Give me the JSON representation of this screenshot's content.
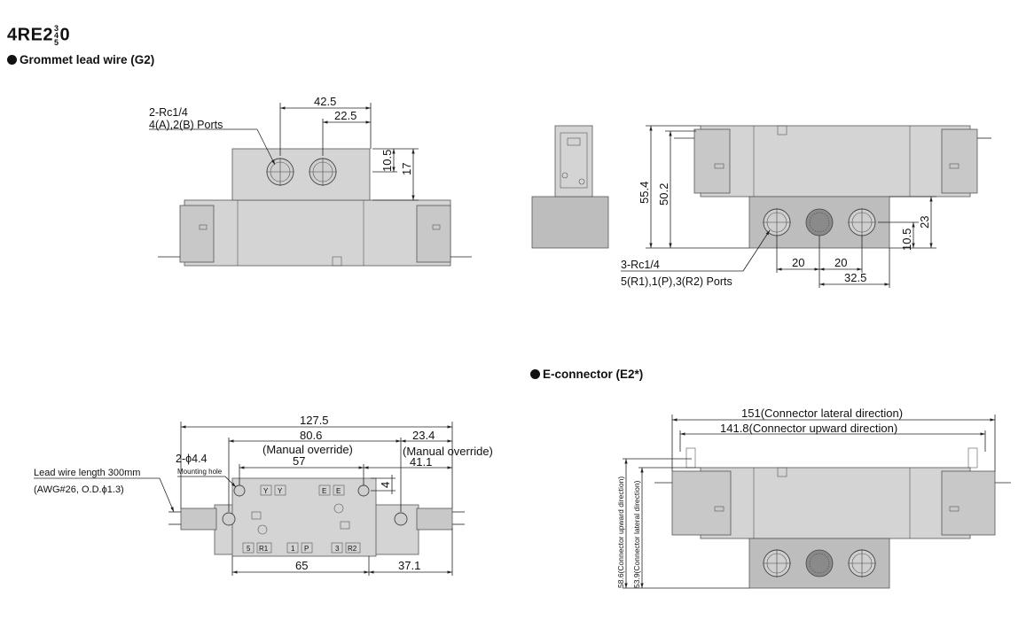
{
  "title": {
    "main": "4RE2",
    "sup1": "3",
    "sup2": "4",
    "sup3": "5",
    "suffix": "0"
  },
  "sections": {
    "grommet": "Grommet lead wire (G2)",
    "econnector": "E-connector (E2*)"
  },
  "front_view": {
    "callout_line1": "2-Rc1/4",
    "callout_line2": "4(A),2(B) Ports",
    "dim_42_5": "42.5",
    "dim_22_5": "22.5",
    "dim_10_5": "10.5",
    "dim_17": "17"
  },
  "side_view": {
    "dim_55_4": "55.4",
    "dim_50_2": "50.2",
    "dim_23": "23",
    "dim_10_5": "10.5",
    "dim_20a": "20",
    "dim_20b": "20",
    "dim_32_5": "32.5",
    "callout_line1": "3-Rc1/4",
    "callout_line2": "5(R1),1(P),3(R2) Ports"
  },
  "top_view": {
    "dim_127_5": "127.5",
    "dim_80_6": "80.6",
    "manual_override_a": "(Manual override)",
    "dim_23_4": "23.4",
    "manual_override_b": "(Manual override)",
    "hole_label": "2-ϕ4.4",
    "mounting_hole": "Mounting hole",
    "dim_57": "57",
    "dim_41_1": "41.1",
    "dim_4": "4",
    "dim_65": "65",
    "dim_37_1": "37.1",
    "lead_line1": "Lead wire length 300mm",
    "lead_line2": "(AWG#26, O.D.ϕ1.3)",
    "marks_top": [
      "Y",
      "Y",
      "E",
      "E"
    ],
    "marks_bottom": [
      "5",
      "R1",
      "1",
      "P",
      "3",
      "R2"
    ]
  },
  "e_view": {
    "dim_151": "151(Connector lateral direction)",
    "dim_141_8": "141.8(Connector upward direction)",
    "dim_58_6": "58.6(Connector upward direction)",
    "dim_53_9": "53.9(Connector lateral direction)"
  }
}
